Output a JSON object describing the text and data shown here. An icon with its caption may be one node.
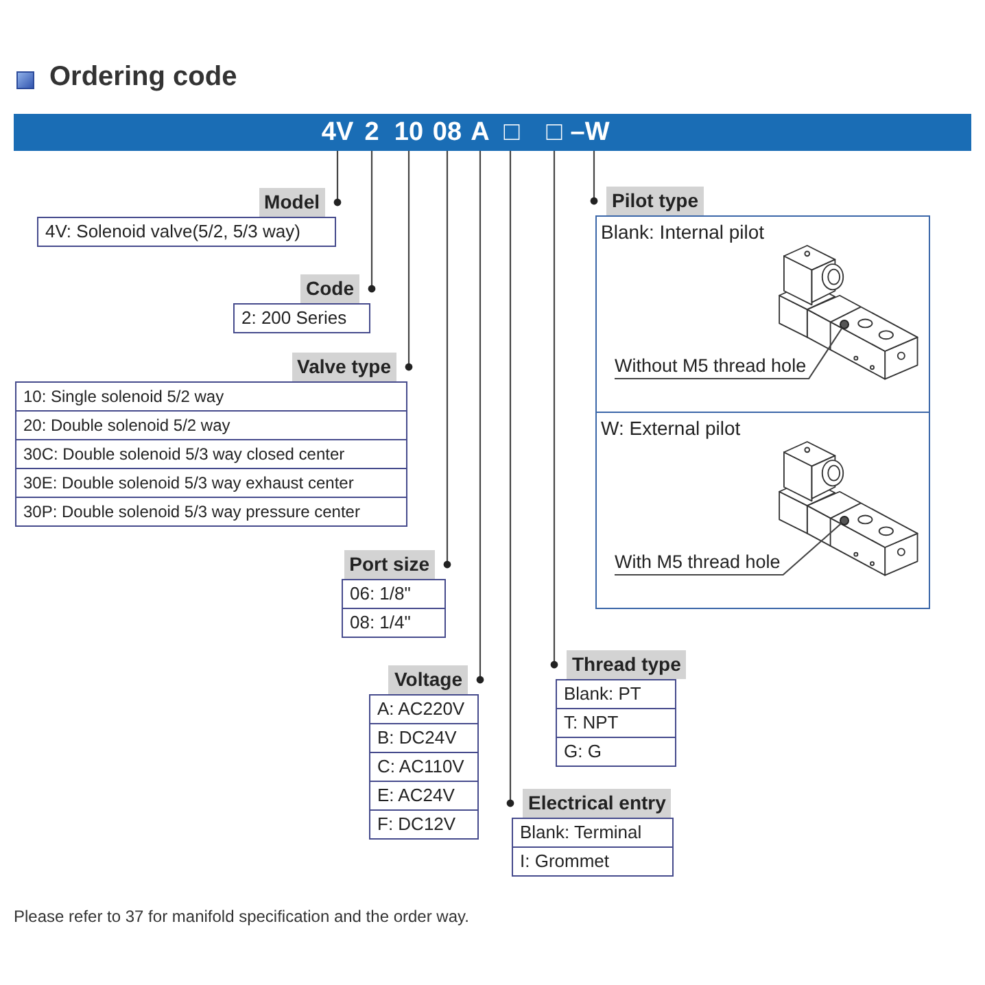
{
  "diagram": {
    "title": "Ordering code",
    "nodes": [
      {
        "text": [],
        "shape": "bar"
      },
      {
        "text": [
          "4V"
        ],
        "in": 0
      },
      {
        "text": [
          "2"
        ],
        "in": 0
      },
      {
        "text": [
          "10"
        ],
        "in": 0
      },
      {
        "text": [
          "08"
        ],
        "in": 0
      },
      {
        "text": [
          "A"
        ],
        "in": 0
      },
      {
        "text": [
          "□"
        ],
        "in": 0
      },
      {
        "text": [
          "□"
        ],
        "in": 0
      },
      {
        "text": [
          "–W"
        ],
        "in": 0
      },
      {
        "text": [
          "Model",
          "4V: Solenoid valve(5/2, 5/3 way)"
        ]
      },
      {
        "text": [
          "Code",
          "2: 200 Series"
        ]
      },
      {
        "text": [
          "Valve type",
          "10: Single solenoid 5/2 way",
          "20: Double solenoid 5/2 way",
          "30C: Double solenoid 5/3 way closed center",
          "30E: Double solenoid 5/3 way exhaust center",
          "30P: Double solenoid 5/3 way pressure center"
        ]
      },
      {
        "text": [
          "Port size",
          "06: 1/8\"",
          "08: 1/4\""
        ]
      },
      {
        "text": [
          "Voltage",
          "A: AC220V",
          "B: DC24V",
          "C: AC110V",
          "E: AC24V",
          "F: DC12V"
        ]
      },
      {
        "text": [
          "Electrical entry",
          "Blank: Terminal",
          "I: Grommet"
        ]
      },
      {
        "text": [
          "Thread type",
          "Blank: PT",
          "T: NPT",
          "G: G"
        ]
      },
      {
        "text": [
          "Pilot type"
        ]
      },
      {
        "text": [
          "Blank: Internal pilot"
        ],
        "in": 16
      },
      {
        "text": [
          "Without M5 thread hole"
        ],
        "in": 17
      },
      {
        "text": [],
        "shape": "circle",
        "in": 17
      },
      {
        "text": [
          "W: External pilot"
        ],
        "in": 16
      },
      {
        "text": [
          "With M5 thread hole"
        ],
        "in": 20
      },
      {
        "text": [],
        "shape": "circle",
        "in": 20
      }
    ],
    "edges": [
      {
        "from": 1,
        "to": 9,
        "arrow": "other"
      },
      {
        "from": 2,
        "to": 10,
        "arrow": "other"
      },
      {
        "from": 3,
        "to": 11,
        "arrow": "other"
      },
      {
        "from": 4,
        "to": 12,
        "arrow": "other"
      },
      {
        "from": 5,
        "to": 13,
        "arrow": "other"
      },
      {
        "from": 6,
        "to": 14,
        "arrow": "other"
      },
      {
        "from": 7,
        "to": 15,
        "arrow": "other"
      },
      {
        "from": 8,
        "to": 16,
        "arrow": "other"
      },
      {
        "from": 18,
        "to": 19,
        "arrow": "none"
      },
      {
        "from": 21,
        "to": 22,
        "arrow": "none"
      }
    ],
    "labels": [
      "Please refer to 37 for manifold specification and the order way."
    ]
  }
}
